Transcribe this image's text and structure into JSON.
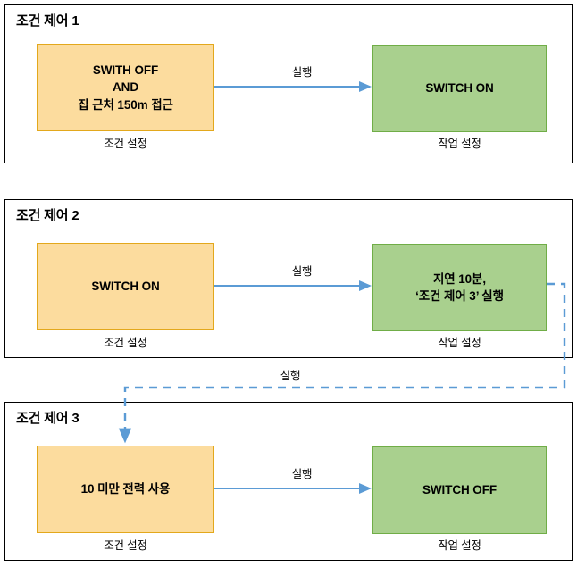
{
  "diagram": {
    "title_accent": "#000000",
    "colors": {
      "condition_fill": "#FCDC9E",
      "condition_border": "#E3A81C",
      "action_fill": "#A9D08E",
      "action_border": "#70AD47",
      "arrow": "#5B9BD5",
      "panel_border": "#000000",
      "background": "#FFFFFF"
    },
    "panels": [
      {
        "title": "조건 제어 1",
        "condition": {
          "text": "SWITH OFF\nAND\n집 근처 150m 접근",
          "caption": "조건 설정"
        },
        "edge_label": "실행",
        "action": {
          "text": "SWITCH ON",
          "caption": "작업 설정"
        }
      },
      {
        "title": "조건 제어 2",
        "condition": {
          "text": "SWITCH ON",
          "caption": "조건 설정"
        },
        "edge_label": "실행",
        "action": {
          "text": "지연 10분,\n‘조건 제어 3’ 실행",
          "caption": "작업 설정"
        }
      },
      {
        "title": "조건 제어 3",
        "condition": {
          "text": "10 미만 전력 사용",
          "caption": "조건 설정"
        },
        "edge_label": "실행",
        "action": {
          "text": "SWITCH OFF",
          "caption": "작업 설정"
        }
      }
    ],
    "feedback": {
      "label": "실행",
      "from": "조건 제어 2 작업 설정",
      "to": "조건 제어 3 조건 설정",
      "style": "dashed"
    }
  }
}
